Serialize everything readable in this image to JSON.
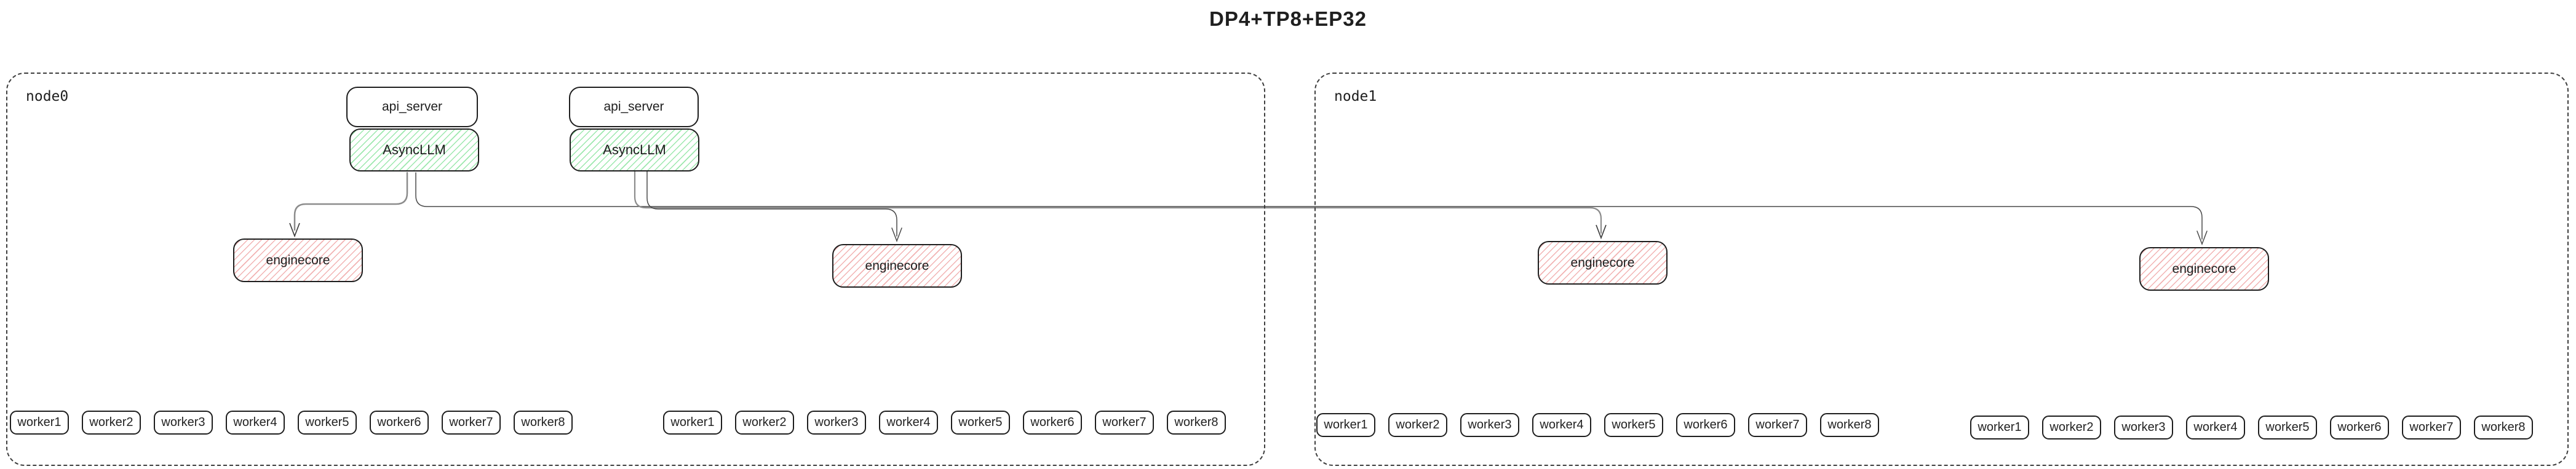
{
  "title": "DP4+TP8+EP32",
  "colors": {
    "background": "#ffffff",
    "text": "#1e1e1e",
    "box_border": "#1e1e1e",
    "node_dashed_border": "#3e3e3e",
    "green_hatch": "#9ce8ad",
    "red_hatch": "#f2b3b3",
    "edge_gray": "#8c8c8c",
    "edge_dark": "#4a4a4a"
  },
  "nodes": [
    {
      "label": "node0",
      "stacks": [
        {
          "api_server": "api_server",
          "async_llm": "AsyncLLM"
        },
        {
          "api_server": "api_server",
          "async_llm": "AsyncLLM"
        }
      ],
      "enginecores": [
        "enginecore",
        "enginecore"
      ],
      "worker_groups": [
        [
          "worker1",
          "worker2",
          "worker3",
          "worker4",
          "worker5",
          "worker6",
          "worker7",
          "worker8"
        ],
        [
          "worker1",
          "worker2",
          "worker3",
          "worker4",
          "worker5",
          "worker6",
          "worker7",
          "worker8"
        ]
      ]
    },
    {
      "label": "node1",
      "stacks": [],
      "enginecores": [
        "enginecore",
        "enginecore"
      ],
      "worker_groups": [
        [
          "worker1",
          "worker2",
          "worker3",
          "worker4",
          "worker5",
          "worker6",
          "worker7",
          "worker8"
        ],
        [
          "worker1",
          "worker2",
          "worker3",
          "worker4",
          "worker5",
          "worker6",
          "worker7",
          "worker8"
        ]
      ]
    }
  ],
  "edges": [
    {
      "from": "node0 AsyncLLM left",
      "to": "node0 enginecore 1"
    },
    {
      "from": "node0 AsyncLLM left",
      "to": "node1 enginecore 2"
    },
    {
      "from": "node0 AsyncLLM right",
      "to": "node1 enginecore 1"
    },
    {
      "from": "node0 AsyncLLM right",
      "to": "node0 enginecore 2"
    }
  ]
}
